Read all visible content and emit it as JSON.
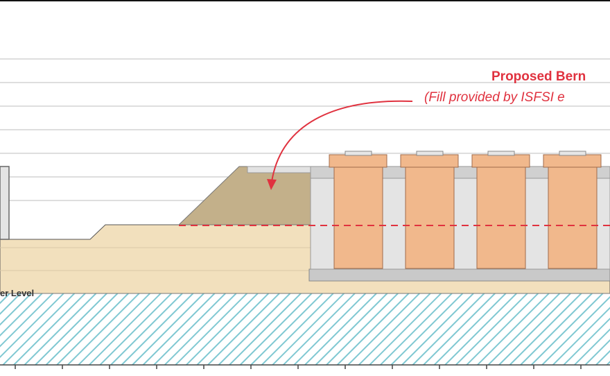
{
  "annotation": {
    "title": "Proposed Bern",
    "subtitle": "(Fill provided by ISFSI e"
  },
  "level_label": "er Level",
  "colors": {
    "annotation": "#e0323f",
    "fill_soil": "#f2e0bd",
    "berm": "#c3b08a",
    "cask": "#f1b88c",
    "cask_outline": "#a06a4a",
    "pad_gray": "#c9c9c9",
    "cell_gray": "#e4e4e4",
    "hatch": "#7fc8d2",
    "grid": "#bdbdbd",
    "top_rule": "#111111"
  },
  "icons": [
    "curved-arrow-icon"
  ]
}
